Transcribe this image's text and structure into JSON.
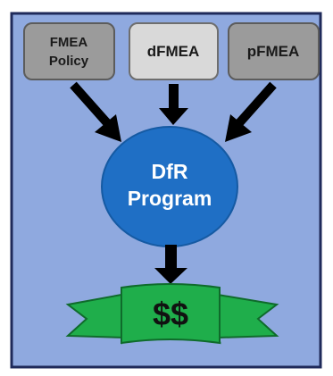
{
  "inputs": {
    "fmea_policy": {
      "line1": "FMEA",
      "line2": "Policy"
    },
    "dfmea": {
      "label": "dFMEA"
    },
    "pfmea": {
      "label": "pFMEA"
    }
  },
  "program": {
    "line1": "DfR",
    "line2": "Program"
  },
  "outcome": {
    "label": "$$"
  },
  "colors": {
    "background": "#8fa9df",
    "border": "#1f2a5a",
    "box_dark": "#9b9b9b",
    "box_light": "#d9d9d9",
    "circle": "#1f6fc5",
    "arrow": "#000000",
    "banner": "#1fae4b",
    "banner_dark": "#0f6b2b"
  }
}
